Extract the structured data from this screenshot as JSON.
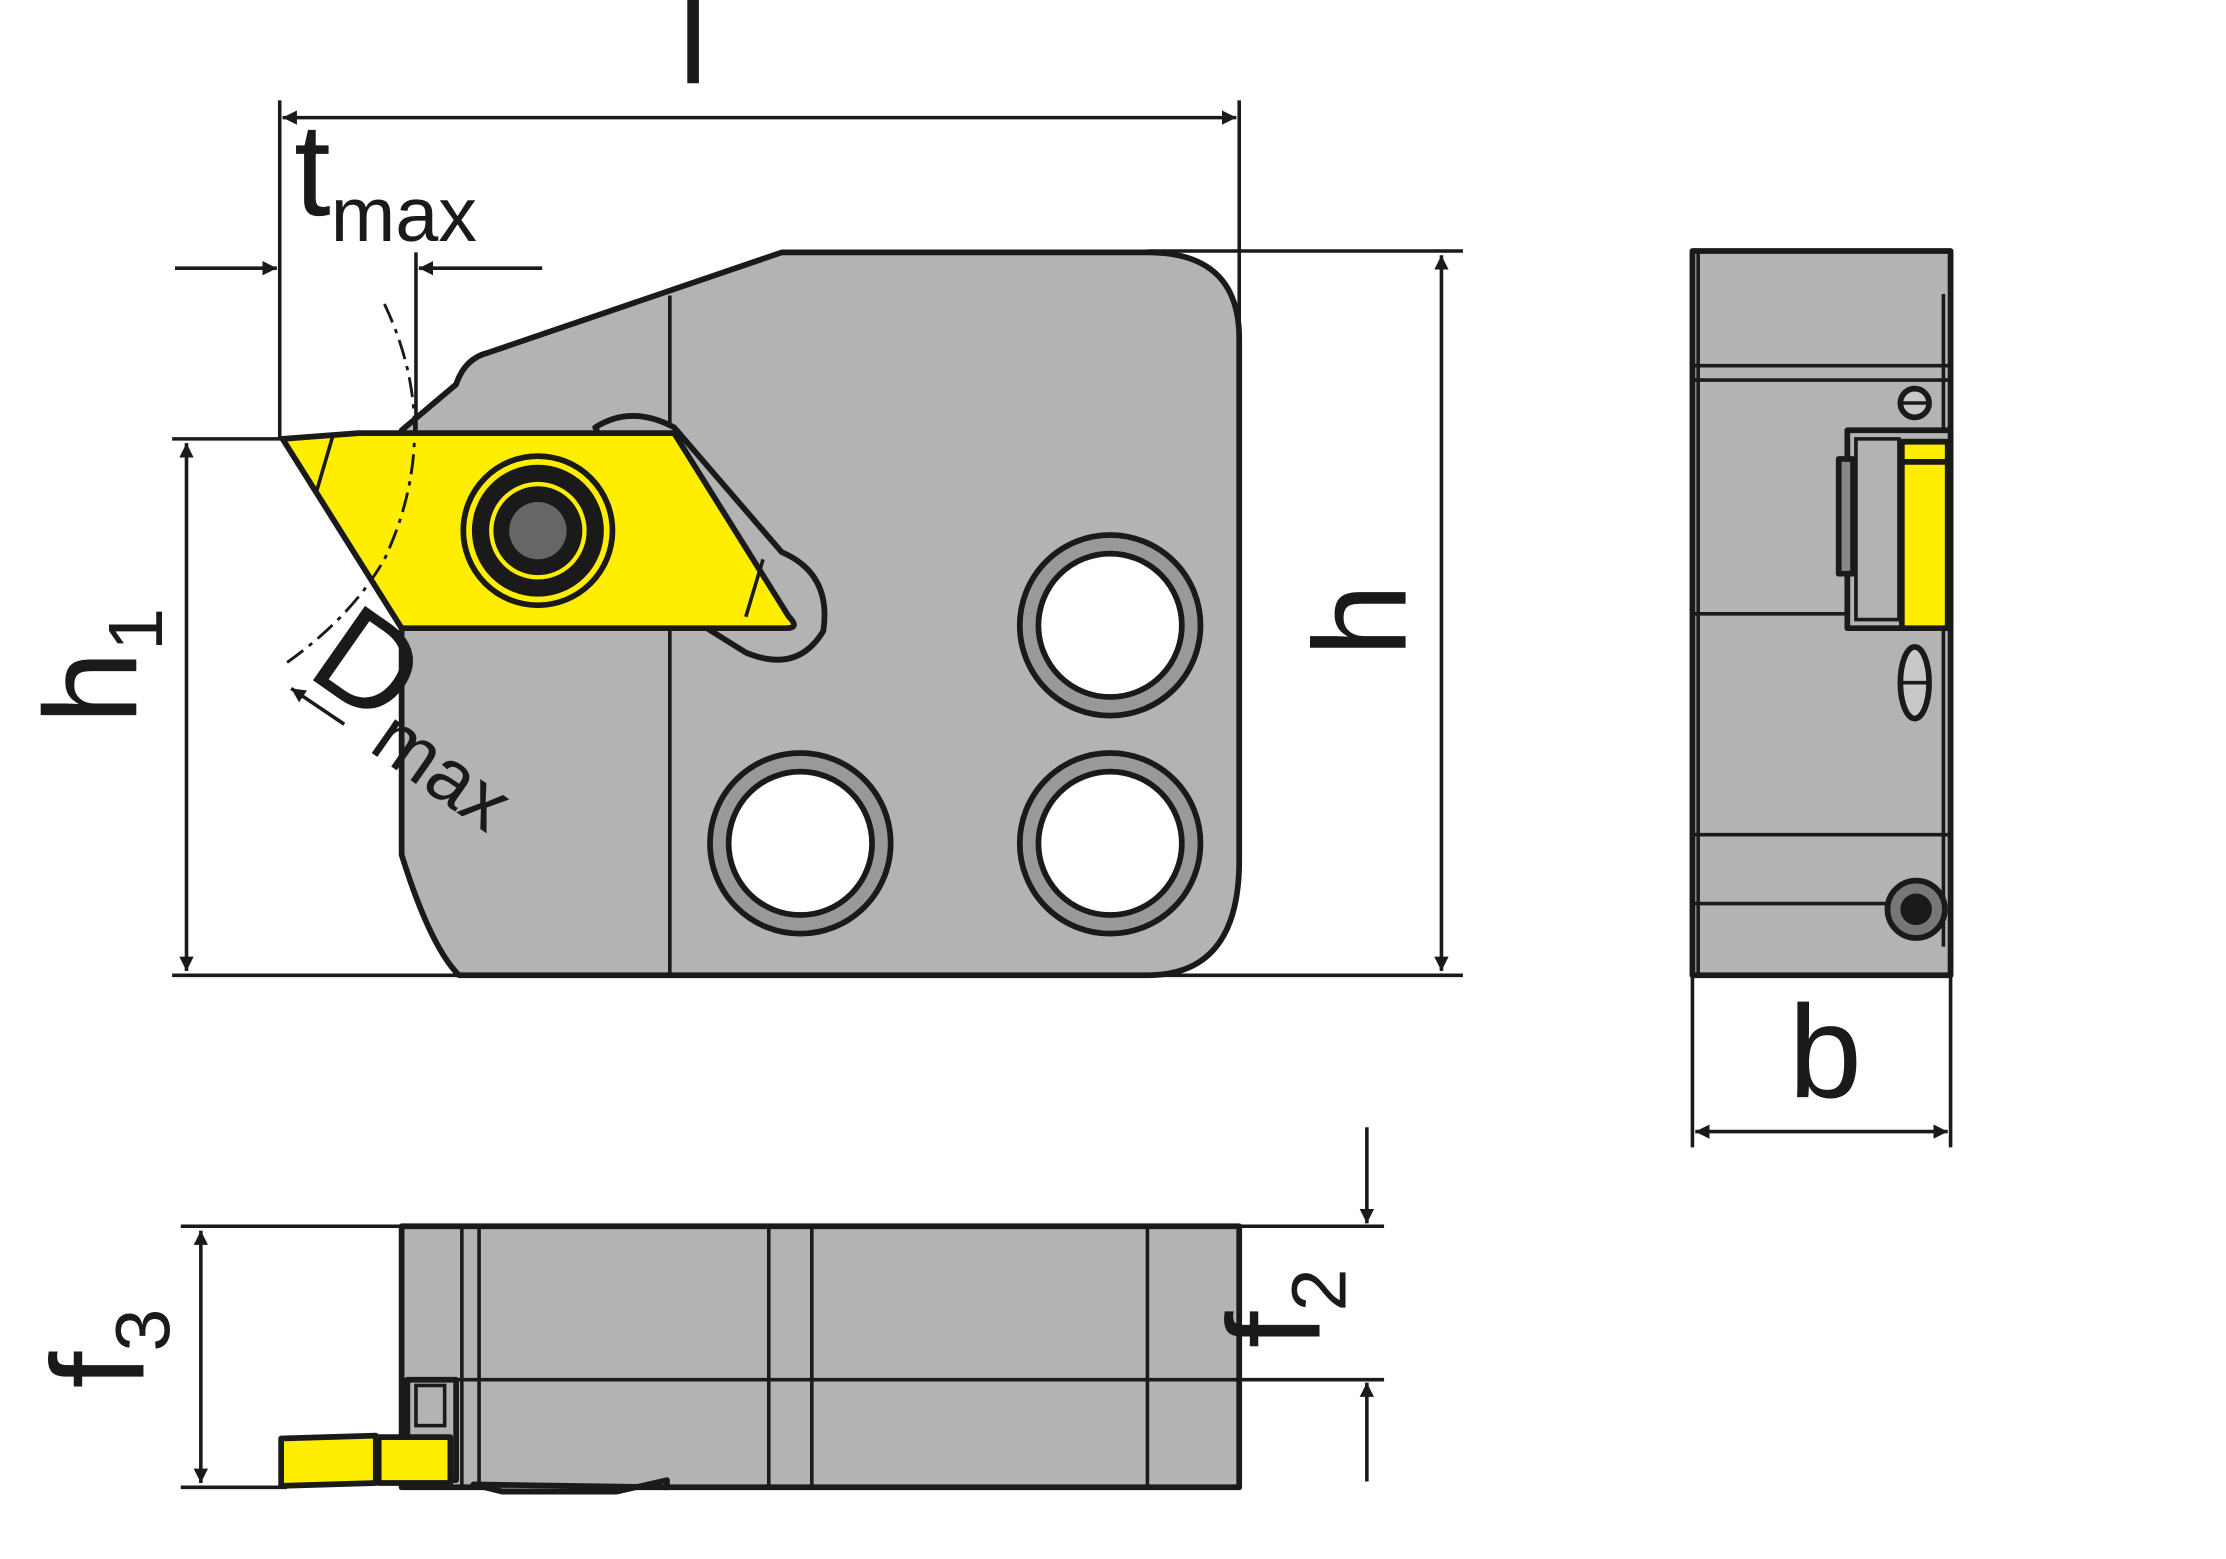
{
  "dimensions": {
    "l": "l",
    "t_max": {
      "main": "t",
      "sub": "max"
    },
    "h": "h",
    "h1": {
      "main": "h",
      "sub": "1"
    },
    "d_max": {
      "main": "D",
      "sub": "max"
    },
    "b": "b",
    "f2": {
      "main": "f",
      "sub": "2"
    },
    "f3": {
      "main": "f",
      "sub": "3"
    }
  },
  "colors": {
    "body": "#b3b3b3",
    "insert": "#ffee00",
    "line": "#1a1a1a",
    "background": "#ffffff"
  }
}
